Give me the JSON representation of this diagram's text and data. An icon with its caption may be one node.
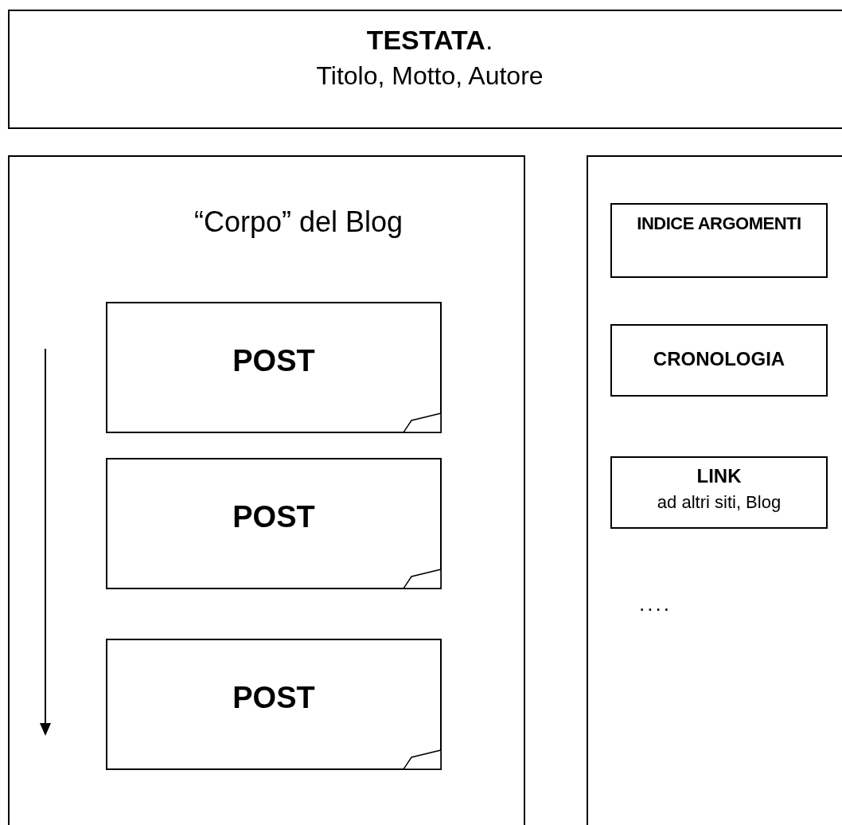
{
  "diagram": {
    "nodes": [
      {
        "text": [
          "**TESTATA**.",
          "Titolo, Motto, Autore"
        ]
      },
      {
        "text": [
          "“Corpo” del Blog"
        ]
      },
      {
        "text": [
          "POST"
        ],
        "in": 1
      },
      {
        "text": [
          "POST"
        ],
        "in": 1
      },
      {
        "text": [
          "POST"
        ],
        "in": 1
      },
      {
        "text": [],
        "shape": "box"
      },
      {
        "text": [
          "INDICE ARGOMENTI"
        ],
        "in": 5
      },
      {
        "text": [
          "CRONOLOGIA"
        ],
        "in": 5
      },
      {
        "text": [
          "LINK",
          "ad altri siti, Blog"
        ],
        "in": 5
      }
    ],
    "labels": [
      "...."
    ]
  }
}
